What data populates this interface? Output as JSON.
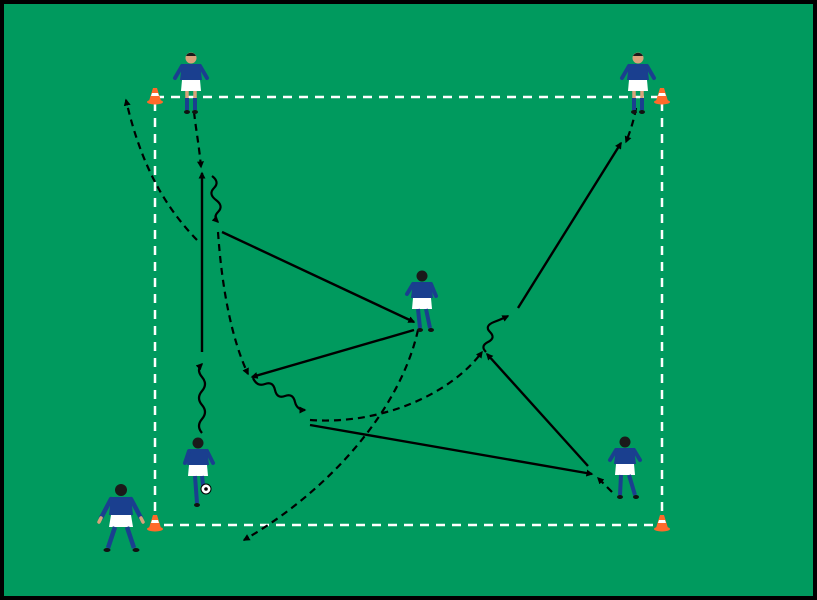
{
  "colors": {
    "frame": "#000000",
    "pitch": "#009a5e",
    "boundary": "#ffffff",
    "arrow": "#000000",
    "jersey": "#1a3f8f",
    "jersey_shadow": "#0f2a66",
    "shorts": "#ffffff",
    "skin": "#d9a27a",
    "hair": "#1a1a1a",
    "socks": "#1a3f8f",
    "cone_orange": "#ff6a2a",
    "cone_white": "#ffffff",
    "ball": "#ffffff"
  },
  "diagram": {
    "players": [
      {
        "id": "corner-top-left",
        "pose": "front"
      },
      {
        "id": "corner-top-right",
        "pose": "front"
      },
      {
        "id": "center",
        "pose": "back"
      },
      {
        "id": "bottom-right",
        "pose": "back"
      },
      {
        "id": "dribbler-with-ball",
        "pose": "back"
      },
      {
        "id": "bottom-left-outside",
        "pose": "back"
      }
    ],
    "cones": [
      "top-left",
      "top-right",
      "bottom-left",
      "bottom-right"
    ],
    "arrow_types": [
      "pass",
      "run",
      "dribble"
    ]
  }
}
